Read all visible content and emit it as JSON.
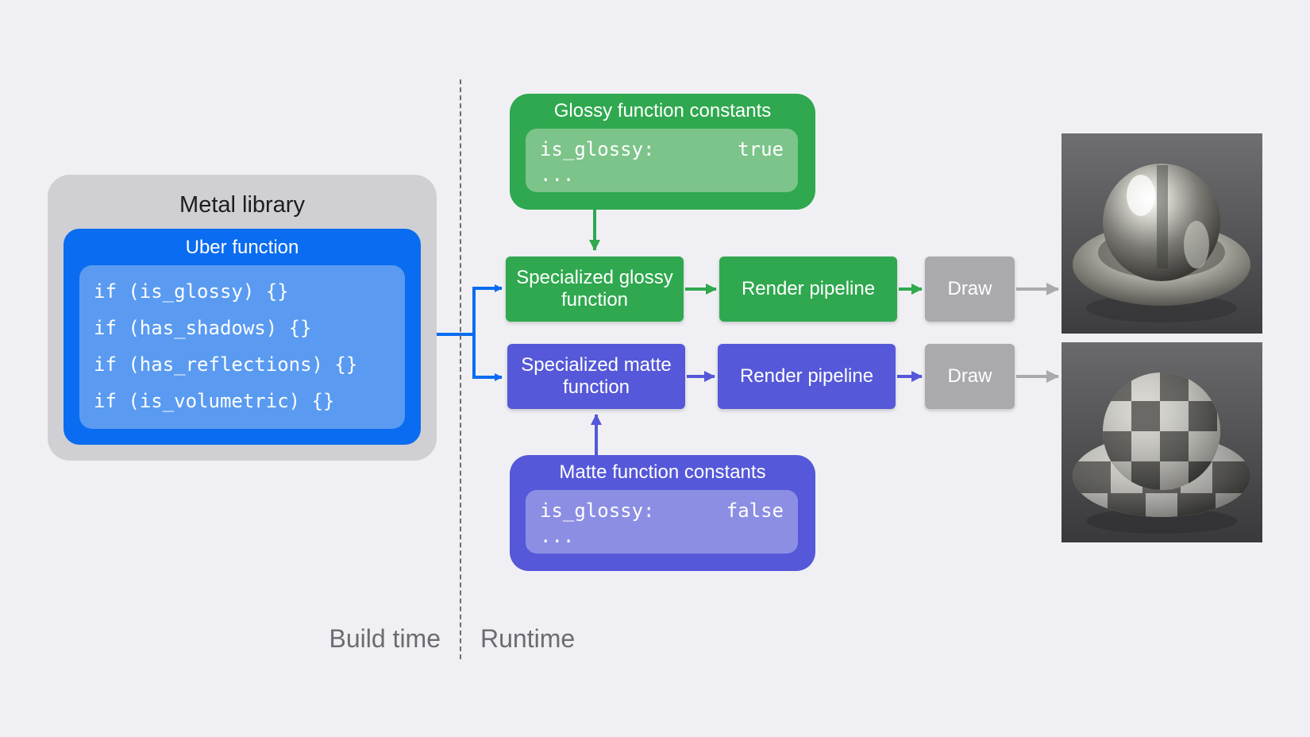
{
  "metal_library": {
    "title": "Metal library",
    "uber_function": {
      "title": "Uber function",
      "code_lines": [
        "if (is_glossy) {}",
        "if (has_shadows) {}",
        "if (has_reflections) {}",
        "if (is_volumetric) {}"
      ]
    }
  },
  "timeline": {
    "build_time_label": "Build time",
    "runtime_label": "Runtime"
  },
  "glossy_constants": {
    "title": "Glossy function constants",
    "key": "is_glossy:",
    "value": "true",
    "more": "..."
  },
  "matte_constants": {
    "title": "Matte function constants",
    "key": "is_glossy:",
    "value": "false",
    "more": "..."
  },
  "glossy_path": {
    "specialized_function": "Specialized glossy function",
    "render_pipeline": "Render pipeline",
    "draw": "Draw"
  },
  "matte_path": {
    "specialized_function": "Specialized matte function",
    "render_pipeline": "Render pipeline",
    "draw": "Draw"
  },
  "colors": {
    "blue": "#0a6cf0",
    "green": "#2fa84f",
    "purple": "#5558d8",
    "gray": "#a9a9ae",
    "background": "#f0f0f4"
  }
}
